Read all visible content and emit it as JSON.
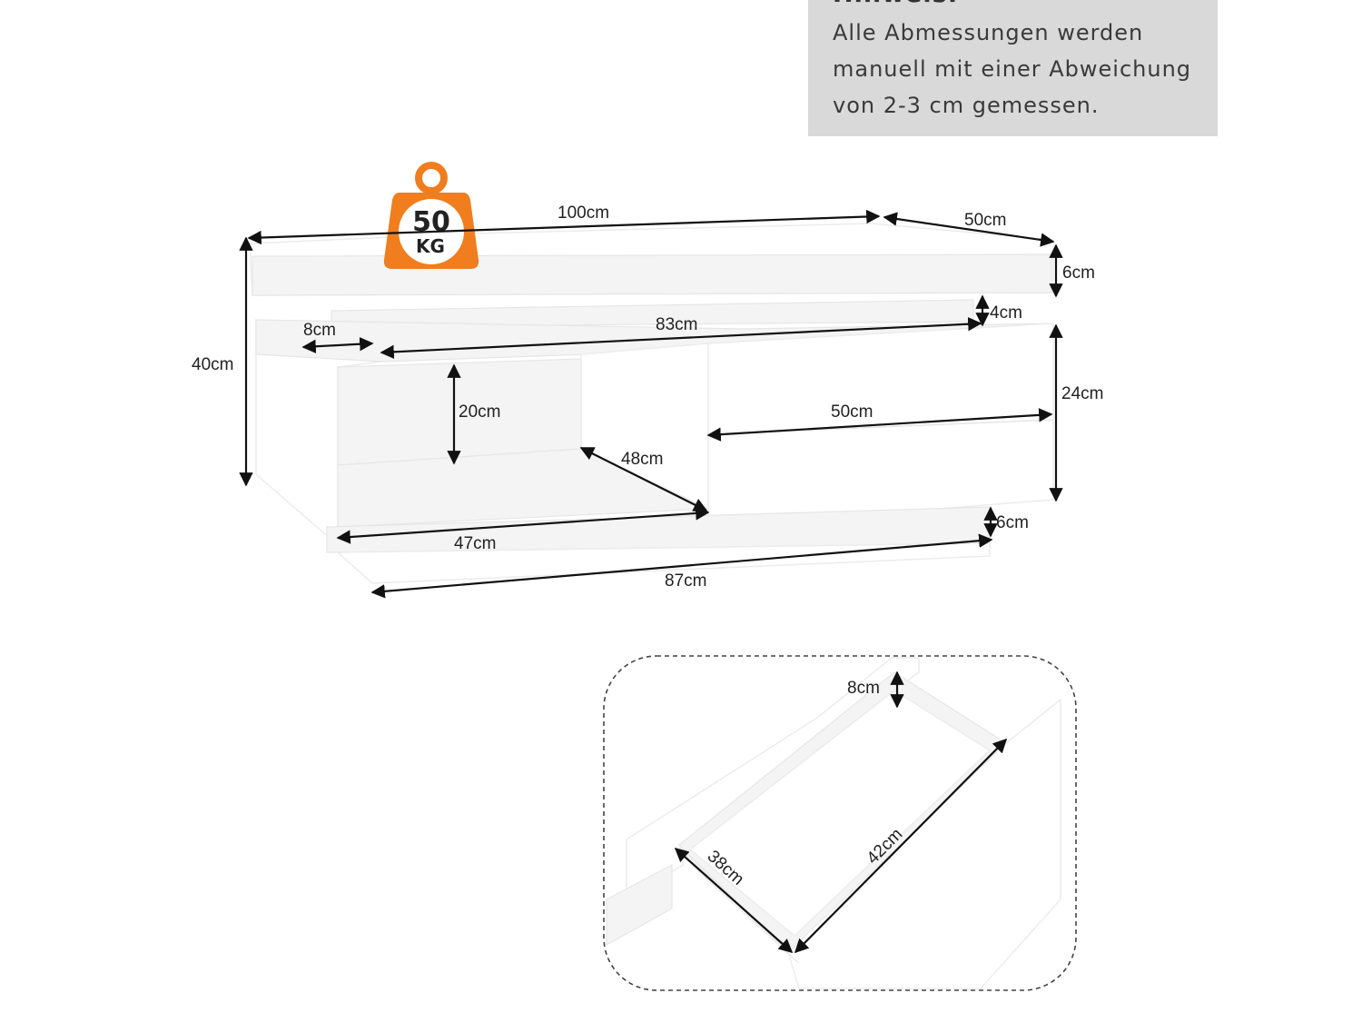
{
  "note": {
    "title": "Hinweis:",
    "lines": [
      "Alle Abmessungen werden",
      "manuell mit einer Abweichung",
      "von 2-3 cm gemessen."
    ]
  },
  "weight": {
    "value": "50",
    "unit": "KG",
    "color": "#f07d1e"
  },
  "dimensions": {
    "top_width": "100cm",
    "top_depth": "50cm",
    "top_thickness": "6cm",
    "total_height": "40cm",
    "shelf_gap": "4cm",
    "shelf_overhang": "8cm",
    "shelf_length": "83cm",
    "drawers_height": "24cm",
    "drawer_width": "50cm",
    "open_height": "20cm",
    "open_depth": "48cm",
    "open_width": "47cm",
    "base_height": "6cm",
    "base_width": "87cm"
  },
  "drawer_detail": {
    "depth": "8cm",
    "inner_length": "42cm",
    "inner_width": "38cm"
  }
}
